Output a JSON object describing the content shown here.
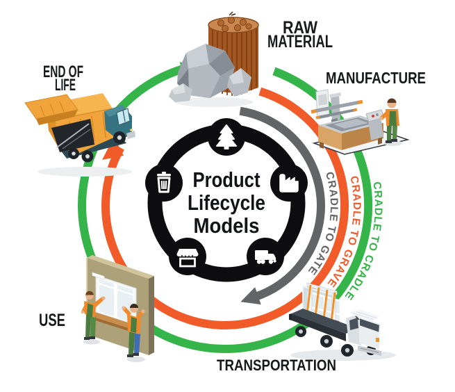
{
  "diagram": {
    "title_lines": [
      "Product",
      "Lifecycle",
      "Models"
    ],
    "stages": [
      {
        "id": "raw-material",
        "lines": [
          "RAW",
          "MATERIAL"
        ],
        "icon": "tree-icon"
      },
      {
        "id": "manufacture",
        "lines": [
          "MANUFACTURE"
        ],
        "icon": "factory-icon"
      },
      {
        "id": "transportation",
        "lines": [
          "TRANSPORTATION"
        ],
        "icon": "truck-icon"
      },
      {
        "id": "use",
        "lines": [
          "USE"
        ],
        "icon": "package-icon"
      },
      {
        "id": "end-of-life",
        "lines": [
          "END OF",
          "LIFE"
        ],
        "icon": "trash-icon"
      }
    ],
    "models": [
      {
        "id": "cradle-to-gate",
        "label": "CRADLE TO GATE",
        "color": "#636466"
      },
      {
        "id": "cradle-to-grave",
        "label": "CRADLE TO GRAVE",
        "color": "#f15b2a"
      },
      {
        "id": "cradle-to-cradle",
        "label": "CRADLE TO CRADLE",
        "color": "#35b44a"
      }
    ],
    "colors": {
      "ring": "#0d0d0f",
      "label_text": "#17181a"
    }
  }
}
